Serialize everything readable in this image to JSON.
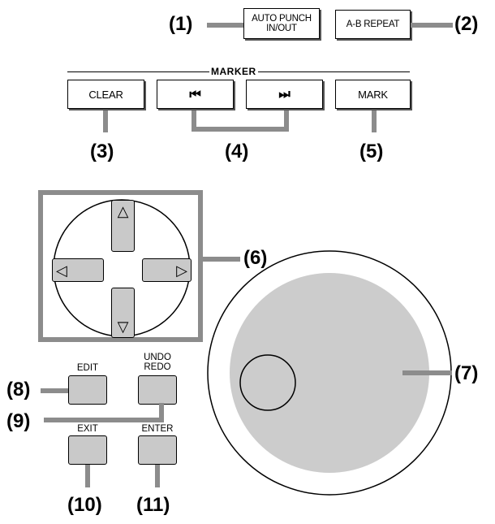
{
  "labels": {
    "n1": "(1)",
    "n2": "(2)",
    "n3": "(3)",
    "n4": "(4)",
    "n5": "(5)",
    "n6": "(6)",
    "n7": "(7)",
    "n8": "(8)",
    "n9": "(9)",
    "n10": "(10)",
    "n11": "(11)"
  },
  "top_buttons": {
    "auto_punch": "AUTO PUNCH\nIN/OUT",
    "ab_repeat": "A-B REPEAT"
  },
  "marker": {
    "section_title": "MARKER",
    "clear": "CLEAR",
    "prev": "⏮",
    "next": "⏭",
    "mark": "MARK"
  },
  "cursor": {
    "up": "△",
    "down": "▽",
    "left": "◁",
    "right": "▷"
  },
  "edit_buttons": {
    "edit": "EDIT",
    "undo_redo": "UNDO\nREDO",
    "exit": "EXIT",
    "enter": "ENTER"
  },
  "colors": {
    "panel_gray": "#8c8c8c",
    "dial_gray": "#cccccc",
    "button_gray": "#c9c9c9"
  }
}
